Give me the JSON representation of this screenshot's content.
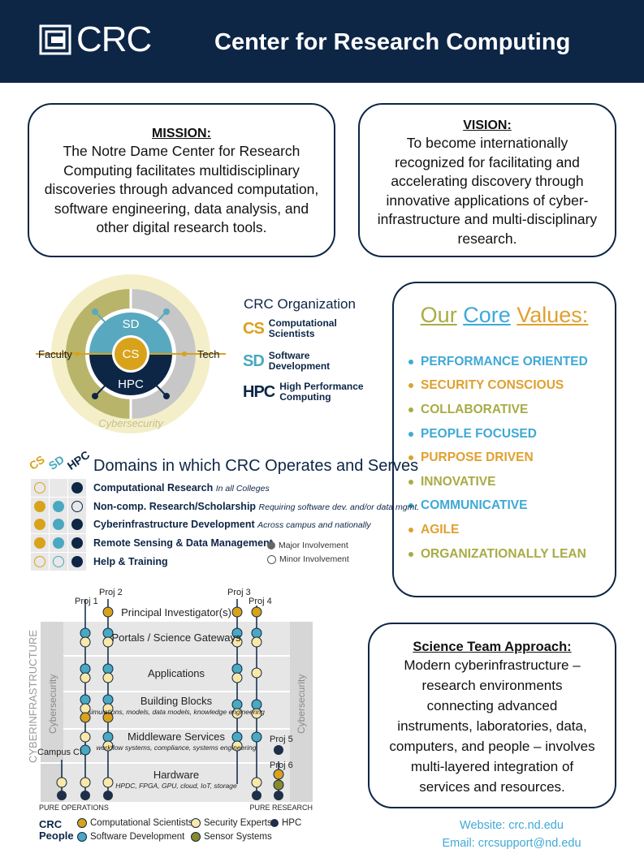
{
  "header": {
    "logo_text": "CRC",
    "title": "Center for Research Computing"
  },
  "mission": {
    "heading": "MISSION:",
    "lines": [
      "The Notre Dame Center for Research",
      "Computing facilitates multidisciplinary",
      "discoveries through advanced computation,",
      "software engineering, data analysis, and",
      "other digital research tools."
    ]
  },
  "vision": {
    "heading": "VISION:",
    "lines": [
      "To become internationally",
      "recognized for facilitating and",
      "accelerating discovery through",
      "innovative applications of cyber-",
      "infrastructure and multi-disciplinary",
      "research."
    ]
  },
  "org_diagram": {
    "labels": {
      "faculty": "Faculty",
      "tech": "Tech",
      "sd": "SD",
      "cs": "CS",
      "hpc": "HPC",
      "ring": "Cybersecurity"
    }
  },
  "org_legend": {
    "title": "CRC Organization",
    "rows": [
      {
        "abbr": "CS",
        "name": "Computational Scientists",
        "color": "#d9a21b"
      },
      {
        "abbr": "SD",
        "name": "Software Development",
        "color": "#4aa8c0"
      },
      {
        "abbr": "HPC",
        "name": "High Performance Computing",
        "color": "#0d2646"
      }
    ]
  },
  "core_values": {
    "title_words": [
      {
        "text": "Our",
        "color": "#a9ab45"
      },
      {
        "text": "Core",
        "color": "#3fa9d6"
      },
      {
        "text": "Values:",
        "color": "#e0a030"
      }
    ],
    "items": [
      {
        "text": "PERFORMANCE ORIENTED",
        "color": "#3fa9d6"
      },
      {
        "text": "SECURITY CONSCIOUS",
        "color": "#e0a030"
      },
      {
        "text": "COLLABORATIVE",
        "color": "#a9ab45"
      },
      {
        "text": "PEOPLE FOCUSED",
        "color": "#3fa9d6"
      },
      {
        "text": "PURPOSE DRIVEN",
        "color": "#e0a030"
      },
      {
        "text": "INNOVATIVE",
        "color": "#a9ab45"
      },
      {
        "text": "COMMUNICATIVE",
        "color": "#3fa9d6"
      },
      {
        "text": "AGILE",
        "color": "#e0a030"
      },
      {
        "text": "ORGANIZATIONALLY LEAN",
        "color": "#a9ab45"
      }
    ]
  },
  "domains": {
    "title": "Domains in which CRC Operates and Serves",
    "col_headers": [
      "CS",
      "SD",
      "HPC"
    ],
    "rows": [
      {
        "name": "Computational Research",
        "note": "In all Colleges",
        "levels": [
          "minor",
          "none",
          "major"
        ]
      },
      {
        "name": "Non-comp. Research/Scholarship",
        "note": "Requiring software dev. and/or data mgmt.",
        "levels": [
          "major",
          "major",
          "minor"
        ]
      },
      {
        "name": "Cyberinfrastructure Development",
        "note": "Across campus and nationally",
        "levels": [
          "major",
          "major",
          "major"
        ]
      },
      {
        "name": "Remote Sensing & Data Management",
        "note": "",
        "levels": [
          "major",
          "major",
          "major"
        ]
      },
      {
        "name": "Help & Training",
        "note": "",
        "levels": [
          "minor",
          "minor",
          "major"
        ]
      }
    ],
    "legend": {
      "major": "Major Involvement",
      "minor": "Minor Involvement"
    }
  },
  "ci_diagram": {
    "side_label": "CYBERINFRASTRUCTURE",
    "left_security": "Cybersecurity",
    "right_security": "Cybersecurity",
    "projects": [
      "Proj 1",
      "Proj 2",
      "Proj 3",
      "Proj 4",
      "Proj 5",
      "Proj 6"
    ],
    "campus_label": "Campus CI",
    "layers": [
      {
        "title": "Principal Investigator(s)",
        "sub": ""
      },
      {
        "title": "Portals / Science Gateways",
        "sub": ""
      },
      {
        "title": "Applications",
        "sub": ""
      },
      {
        "title": "Building Blocks",
        "sub": "simulations, models, data models, knowledge engineering"
      },
      {
        "title": "Middleware Services",
        "sub": "workflow systems, compliance, systems engineering"
      },
      {
        "title": "Hardware",
        "sub": "HPDC, FPGA, GPU, cloud, IoT, storage"
      }
    ],
    "axis_left": "PURE OPERATIONS",
    "axis_right": "PURE RESEARCH"
  },
  "people_legend": {
    "label": "CRC People",
    "items": [
      {
        "text": "Computational Scientists",
        "color": "#d9a21b"
      },
      {
        "text": "Security Experts",
        "color": "#fbe8a6"
      },
      {
        "text": "HPC",
        "color": "#1e2f47"
      },
      {
        "text": "Software Development",
        "color": "#4aa8c0"
      },
      {
        "text": "Sensor Systems",
        "color": "#8a8a2a"
      }
    ]
  },
  "science": {
    "heading": "Science Team Approach:",
    "lines": [
      "Modern cyberinfrastructure –",
      "research environments",
      "connecting advanced",
      "instruments, laboratories, data,",
      "computers, and people – involves",
      "multi-layered integration of",
      "services and resources."
    ]
  },
  "footer": {
    "website": "Website: crc.nd.edu",
    "email": "Email: crcsupport@nd.edu"
  }
}
